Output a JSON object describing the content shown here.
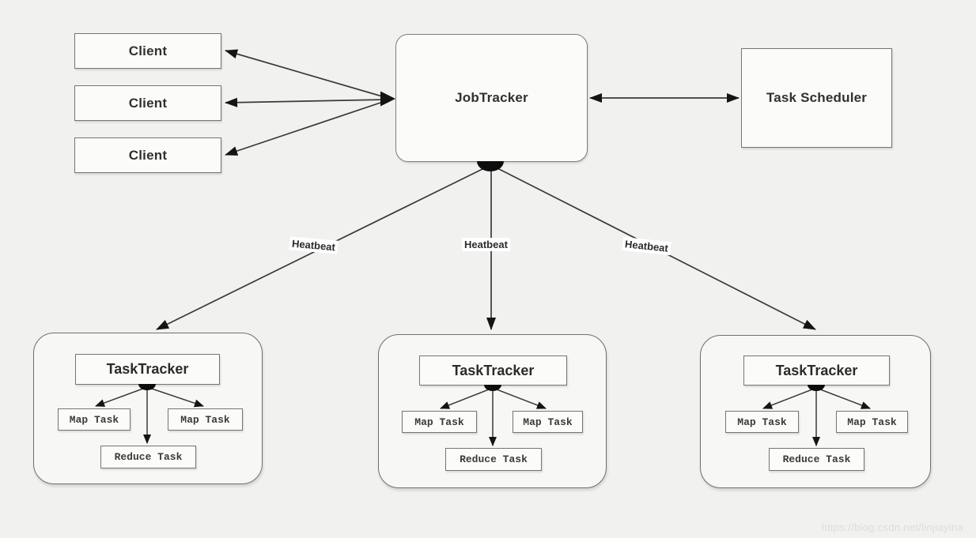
{
  "page": {
    "background": "#f1f1f0",
    "watermark": "https://blog.csdn.net/linjiayina"
  },
  "diagram": {
    "clients": [
      {
        "label": "Client"
      },
      {
        "label": "Client"
      },
      {
        "label": "Client"
      }
    ],
    "job_tracker": {
      "label": "JobTracker"
    },
    "task_scheduler": {
      "label": "Task Scheduler"
    },
    "heartbeats": [
      {
        "label": "Heatbeat"
      },
      {
        "label": "Heatbeat"
      },
      {
        "label": "Heatbeat"
      }
    ],
    "task_trackers": [
      {
        "label": "TaskTracker",
        "tasks": [
          {
            "label": "Map Task"
          },
          {
            "label": "Map Task"
          },
          {
            "label": "Reduce Task"
          }
        ]
      },
      {
        "label": "TaskTracker",
        "tasks": [
          {
            "label": "Map Task"
          },
          {
            "label": "Map Task"
          },
          {
            "label": "Reduce Task"
          }
        ]
      },
      {
        "label": "TaskTracker",
        "tasks": [
          {
            "label": "Map Task"
          },
          {
            "label": "Map Task"
          },
          {
            "label": "Reduce Task"
          }
        ]
      }
    ],
    "colors": {
      "line": "#3a3a3a",
      "arrow_fill": "#141414",
      "box_border": "#757575",
      "box_fill": "#fbfbfa",
      "background": "#f1f1f0"
    }
  }
}
